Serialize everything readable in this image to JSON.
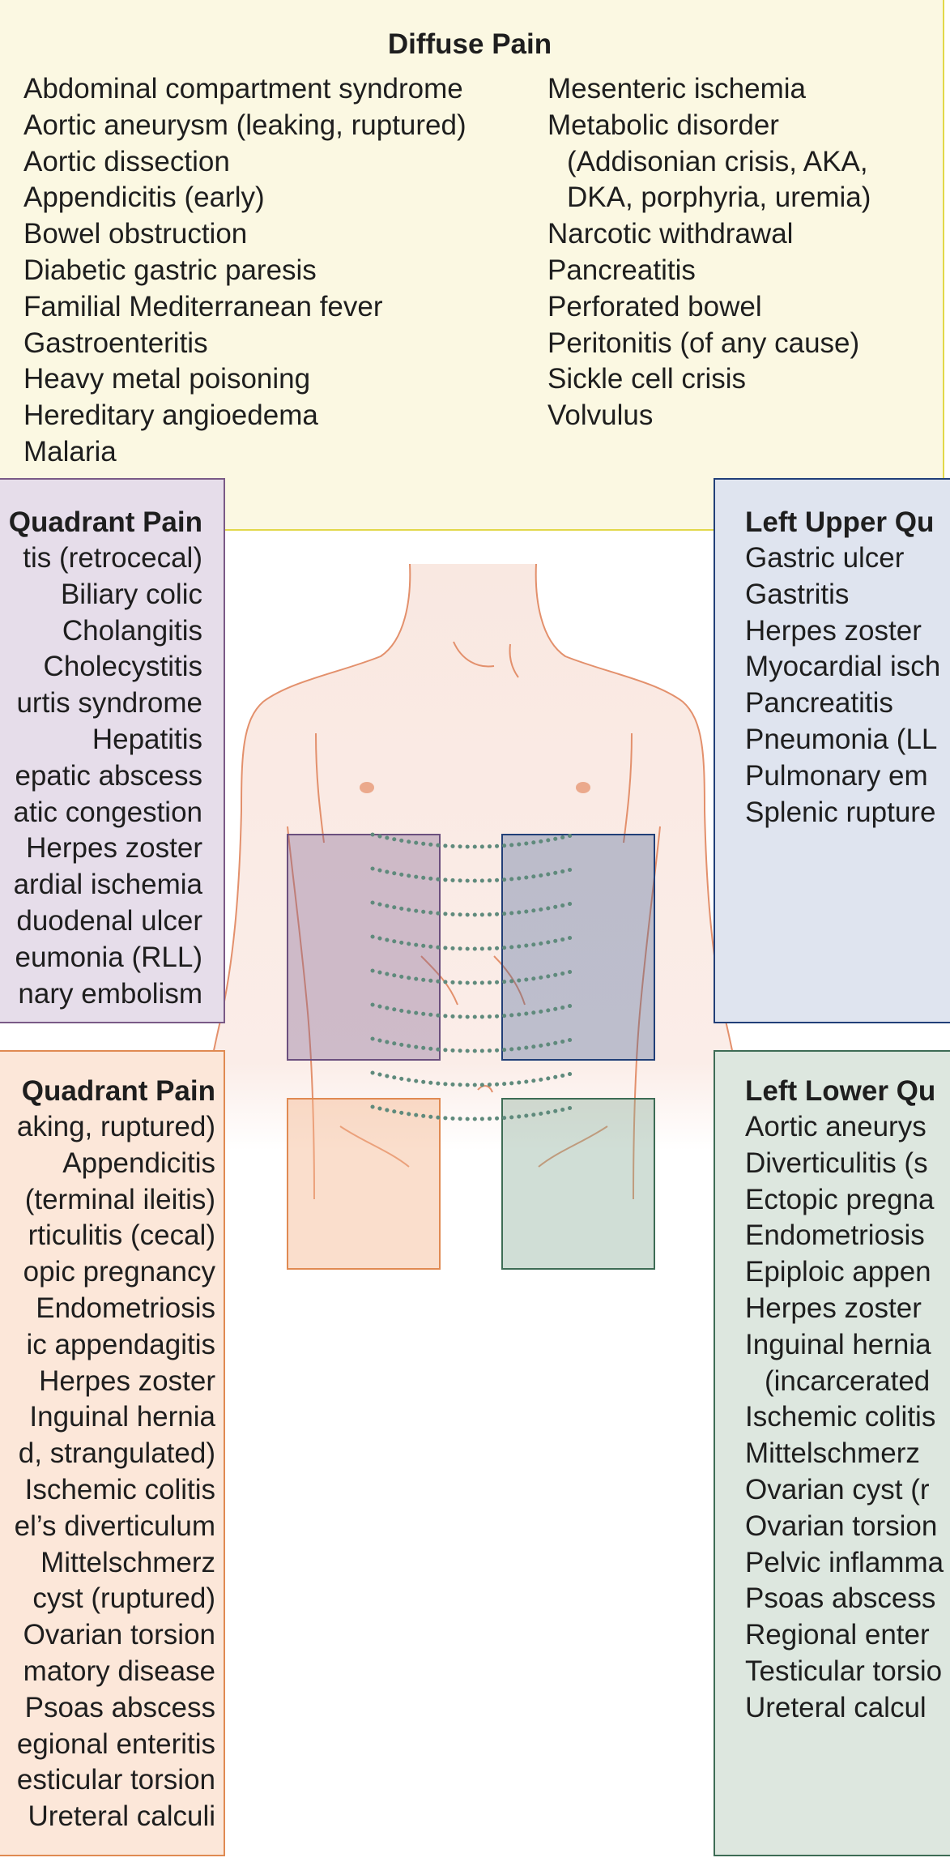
{
  "diffuse": {
    "title": "Diffuse Pain",
    "left": [
      "Abdominal compartment syndrome",
      "Aortic aneurysm (leaking, ruptured)",
      "Aortic dissection",
      "Appendicitis (early)",
      "Bowel obstruction",
      "Diabetic gastric paresis",
      "Familial Mediterranean fever",
      "Gastroenteritis",
      "Heavy metal poisoning",
      "Hereditary angioedema",
      "Malaria"
    ],
    "right": [
      "Mesenteric ischemia",
      "Metabolic disorder",
      "(Addisonian crisis, AKA,",
      "DKA, porphyria, uremia)",
      "Narcotic withdrawal",
      "Pancreatitis",
      "Perforated bowel",
      "Peritonitis (of any cause)",
      "Sickle cell crisis",
      "Volvulus"
    ]
  },
  "ruq": {
    "title": "Quadrant Pain",
    "items": [
      "tis (retrocecal)",
      "Biliary colic",
      "Cholangitis",
      "Cholecystitis",
      "urtis syndrome",
      "Hepatitis",
      "epatic abscess",
      "atic congestion",
      "Herpes zoster",
      "ardial ischemia",
      "duodenal ulcer",
      "eumonia (RLL)",
      "nary embolism"
    ]
  },
  "luq": {
    "title": "Left Upper Qu",
    "items": [
      "Gastric ulcer",
      "Gastritis",
      "Herpes zoster",
      "Myocardial isch",
      "Pancreatitis",
      "Pneumonia (LL",
      "Pulmonary em",
      "Splenic rupture"
    ]
  },
  "rlq": {
    "title": "Quadrant Pain",
    "items": [
      "aking, ruptured)",
      "Appendicitis",
      "(terminal ileitis)",
      "rticulitis (cecal)",
      "opic pregnancy",
      "Endometriosis",
      "ic appendagitis",
      "Herpes zoster",
      "Inguinal hernia",
      "d, strangulated)",
      "Ischemic colitis",
      "el’s diverticulum",
      "Mittelschmerz",
      "cyst (ruptured)",
      "Ovarian torsion",
      "matory disease",
      "Psoas abscess",
      "egional enteritis",
      "esticular torsion",
      "Ureteral calculi"
    ]
  },
  "llq": {
    "title": "Left Lower Qu",
    "items": [
      "Aortic aneurys",
      "Diverticulitis (s",
      "Ectopic pregna",
      "Endometriosis",
      "Epiploic appen",
      "Herpes zoster",
      "Inguinal hernia",
      "(incarcerated",
      "Ischemic colitis",
      "Mittelschmerz",
      "Ovarian cyst (r",
      "Ovarian torsion",
      "Pelvic inflamma",
      "Psoas abscess",
      "Regional enter",
      "Testicular torsio",
      "Ureteral calcul"
    ]
  },
  "colors": {
    "diffuse_fill": "#fbf8e2",
    "diffuse_border": "#e2d84a",
    "ruq_fill": "#e6ddea",
    "ruq_border": "#7a5a86",
    "luq_fill": "#dfe4ef",
    "luq_border": "#213f78",
    "rlq_fill": "#fce7d9",
    "rlq_border": "#e08a52",
    "llq_fill": "#dde7df",
    "llq_border": "#3d6c55",
    "skin": "#f9e6df",
    "skin_outline": "#e3906c",
    "dots": "#5f8a7c"
  }
}
